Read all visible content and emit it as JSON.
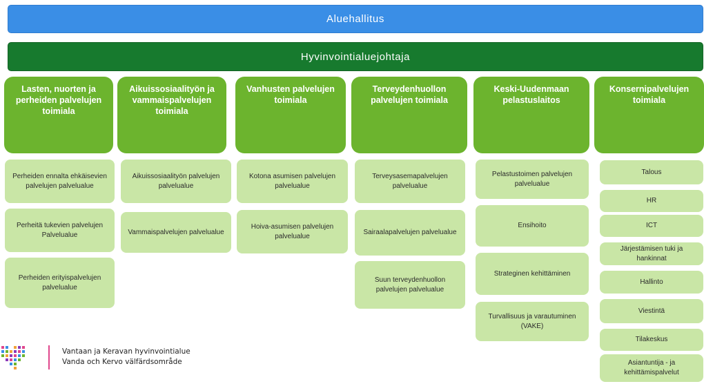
{
  "top_bar": "Aluehallitus",
  "second_bar": "Hyvinvointialuejohtaja",
  "columns": [
    {
      "title": "Lasten, nuorten ja perheiden palvelujen toimiala",
      "items": [
        "Perheiden ennalta ehkäisevien palvelujen palvelualue",
        "Perheitä tukevien palvelujen Palvelualue",
        "Perheiden erityispalvelujen palvelualue"
      ]
    },
    {
      "title": "Aikuissosiaalityön ja vammaispalvelujen toimiala",
      "items": [
        "Aikuissosiaalityön palvelujen palvelualue",
        "Vammaispalvelujen palvelualue"
      ]
    },
    {
      "title": "Vanhusten palvelujen toimiala",
      "items": [
        "Kotona asumisen palvelujen palvelualue",
        "Hoiva-asumisen palvelujen palvelualue"
      ]
    },
    {
      "title": "Terveydenhuollon palvelujen toimiala",
      "items": [
        "Terveysasemapalvelujen palvelualue",
        "Sairaalapalvelujen palvelualue",
        "Suun terveydenhuollon palvelujen palvelualue"
      ]
    },
    {
      "title": "Keski-Uudenmaan pelastuslaitos",
      "items": [
        "Pelastustoimen palvelujen palvelualue",
        "Ensihoito",
        "Strateginen kehittäminen",
        "Turvallisuus ja varautuminen (VAKE)"
      ]
    },
    {
      "title": "Konsernipalvelujen toimiala",
      "items": [
        "Talous",
        "HR",
        "ICT",
        "Järjestämisen tuki ja hankinnat",
        "Hallinto",
        "Viestintä",
        "Tilakeskus",
        "Asiantuntija - ja kehittämispalvelut"
      ]
    }
  ],
  "logo": {
    "line1": "Vantaan ja Keravan hyvinvointialue",
    "line2": "Vanda och Kervo välfärdsområde",
    "colors": [
      "#e0468c",
      "#3a8ee6",
      "#6cb42e",
      "#f2a33a",
      "#8a3ab9"
    ]
  }
}
